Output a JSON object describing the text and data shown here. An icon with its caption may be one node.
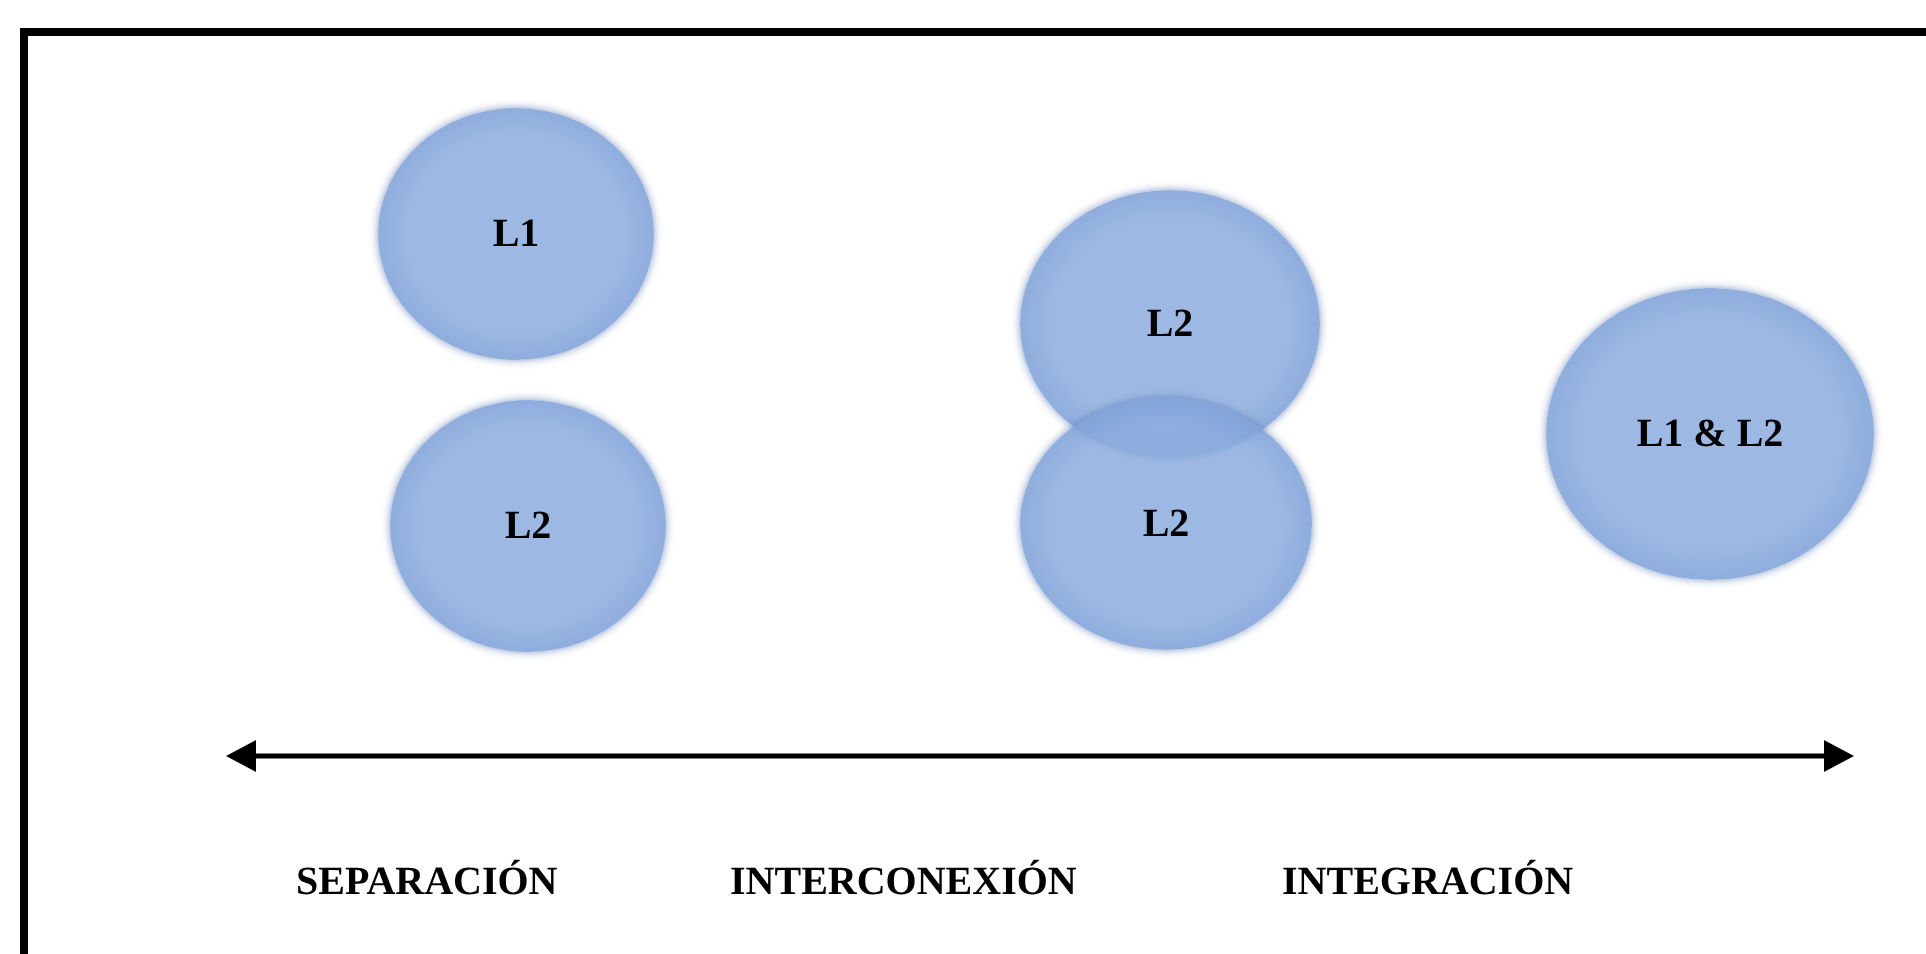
{
  "diagram": {
    "nodes": [
      {
        "text": [
          "L1"
        ]
      },
      {
        "text": [
          "L2"
        ]
      },
      {
        "text": [
          "L2"
        ]
      },
      {
        "text": [
          "L2"
        ]
      },
      {
        "text": [
          "L1 & L2"
        ]
      }
    ],
    "labels": [
      "SEPARACIÓN",
      "INTERCONEXIÓN",
      "INTEGRACIÓN"
    ]
  }
}
